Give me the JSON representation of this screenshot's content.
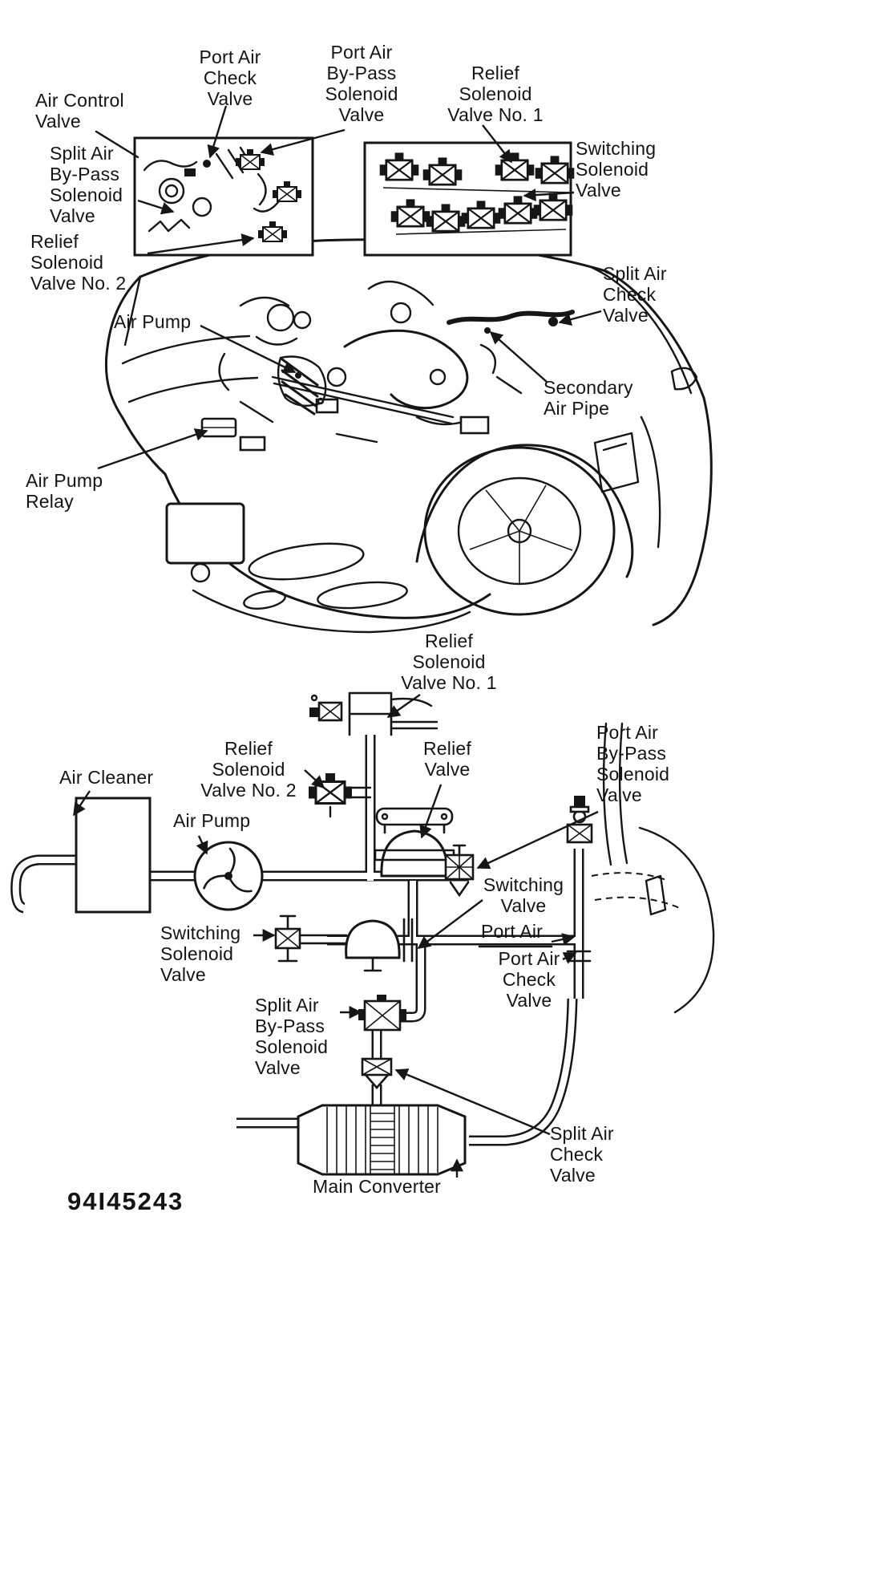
{
  "colors": {
    "ink": "#161616",
    "paper": "#ffffff"
  },
  "top_view": {
    "labels": [
      {
        "name": "air-control-valve",
        "text": "Air Control\nValve"
      },
      {
        "name": "port-air-check-valve",
        "text": "Port Air\nCheck\nValve"
      },
      {
        "name": "port-air-bypass-solenoid-valve",
        "text": "Port Air\nBy-Pass\nSolenoid\nValve"
      },
      {
        "name": "relief-solenoid-valve-no-1",
        "text": "Relief\nSolenoid\nValve No. 1"
      },
      {
        "name": "switching-solenoid-valve",
        "text": "Switching\nSolenoid\nValve"
      },
      {
        "name": "split-air-bypass-solenoid-valve",
        "text": "Split Air\nBy-Pass\nSolenoid\nValve"
      },
      {
        "name": "relief-solenoid-valve-no-2",
        "text": "Relief\nSolenoid\nValve No. 2"
      },
      {
        "name": "split-air-check-valve",
        "text": "Split Air\nCheck\nValve"
      },
      {
        "name": "air-pump",
        "text": "Air Pump"
      },
      {
        "name": "secondary-air-pipe",
        "text": "Secondary\nAir Pipe"
      },
      {
        "name": "air-pump-relay",
        "text": "Air Pump\nRelay"
      }
    ]
  },
  "schematic": {
    "labels": [
      {
        "name": "relief-solenoid-valve-no-1",
        "text": "Relief\nSolenoid\nValve No. 1"
      },
      {
        "name": "relief-solenoid-valve-no-2",
        "text": "Relief\nSolenoid\nValve No. 2"
      },
      {
        "name": "relief-valve",
        "text": "Relief\nValve"
      },
      {
        "name": "port-air-bypass-solenoid-valve",
        "text": "Port Air\nBy-Pass\nSolenoid\nValve"
      },
      {
        "name": "air-cleaner",
        "text": "Air Cleaner"
      },
      {
        "name": "air-pump",
        "text": "Air Pump"
      },
      {
        "name": "switching-valve",
        "text": "Switching\nValve"
      },
      {
        "name": "port-air",
        "text": "Port Air"
      },
      {
        "name": "port-air-check-valve",
        "text": "Port Air\nCheck Valve"
      },
      {
        "name": "switching-solenoid-valve",
        "text": "Switching\nSolenoid\nValve"
      },
      {
        "name": "split-air-bypass-solenoid-valve",
        "text": "Split Air\nBy-Pass\nSolenoid\nValve"
      },
      {
        "name": "split-air-check-valve",
        "text": "Split Air\nCheck\nValve"
      },
      {
        "name": "main-converter",
        "text": "Main Converter"
      }
    ],
    "figure_code": "94I45243"
  }
}
